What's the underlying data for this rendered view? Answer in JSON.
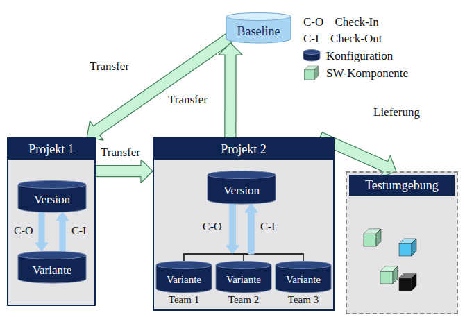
{
  "diagram": {
    "nodes": [
      {
        "text": [
          "Baseline"
        ]
      },
      {
        "text": [
          "Projekt 1"
        ]
      },
      {
        "text": [
          "Version"
        ],
        "in": 1
      },
      {
        "text": [
          "Variante"
        ],
        "in": 1
      },
      {
        "text": [
          "Projekt 2"
        ]
      },
      {
        "text": [
          "Version"
        ],
        "in": 4
      },
      {
        "text": [
          "Variante",
          "Team 1"
        ],
        "in": 4
      },
      {
        "text": [
          "Variante",
          "Team 2"
        ],
        "in": 4
      },
      {
        "text": [
          "Variante",
          "Team 3"
        ],
        "in": 4
      },
      {
        "text": [
          "Testumgebung"
        ]
      }
    ],
    "edges": [
      {
        "from": 0,
        "to": 1,
        "arrow": "to",
        "label": "Transfer"
      },
      {
        "from": 1,
        "to": 4,
        "arrow": "to",
        "label": "Transfer"
      },
      {
        "from": 4,
        "to": 0,
        "arrow": "to",
        "label": "Transfer"
      },
      {
        "from": 4,
        "to": 9,
        "arrow": "to",
        "label": "Lieferung"
      },
      {
        "from": 2,
        "to": 3,
        "arrow": "to",
        "label": "C-O"
      },
      {
        "from": 3,
        "to": 2,
        "arrow": "to",
        "label": "C-I"
      },
      {
        "from": 5,
        "to": 6,
        "arrow": "to",
        "label": "C-O"
      },
      {
        "from": 5,
        "to": 7,
        "arrow": "to"
      },
      {
        "from": 5,
        "to": 8,
        "arrow": "to"
      },
      {
        "from": 6,
        "to": 5,
        "arrow": "to",
        "label": "C-I"
      },
      {
        "from": 7,
        "to": 5,
        "arrow": "to"
      },
      {
        "from": 8,
        "to": 5,
        "arrow": "to"
      }
    ],
    "legend": [
      {
        "text": "C-O Check-In"
      },
      {
        "text": "C-I Check-Out"
      },
      {
        "text": "Konfiguration"
      },
      {
        "text": "SW-Komponente"
      }
    ]
  }
}
